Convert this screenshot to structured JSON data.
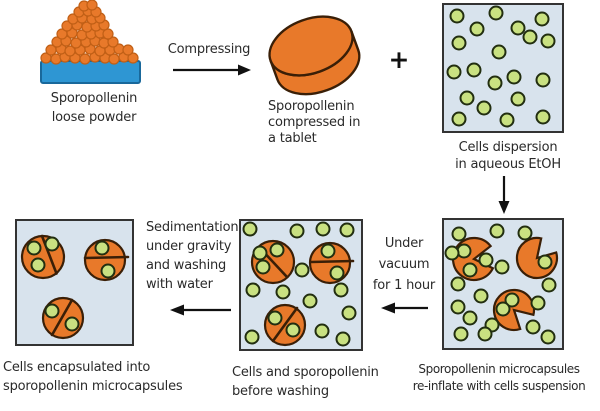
{
  "figure": {
    "type": "process-diagram",
    "subject": "Encapsulation of cells into sporopollenin microcapsules"
  },
  "labels": {
    "powder": "Sporopollenin\nloose powder",
    "compressing": "Compressing",
    "tablet": "Sporopollenin\ncompressed in\na tablet",
    "plus": "+",
    "dispersion": "Cells dispersion\nin aqueous EtOH",
    "vacuum": "Under\nvacuum\nfor 1 hour",
    "reinflate": "Sporopollenin microcapsules\nre-inflate with cells suspension",
    "before_washing": "Cells and sporopollenin\nbefore washing",
    "sedimentation": "Sedimentation\nunder gravity\nand washing\nwith water",
    "encapsulated": "Cells encapsulated into\nsporopollenin microcapsules"
  },
  "icons": {
    "powder_pile": "pile of orange sporopollenin grains",
    "tray": "blue tray holding powder",
    "tablet": "orange compressed tablet disc",
    "plus_sign": "plus",
    "cell": "green circle (cell)",
    "microcapsule_open": "orange pac-man shaped deflated capsule",
    "microcapsule_sealed": "orange circle capsule with seam slit",
    "arrow_right": "black right arrow",
    "arrow_down": "black down arrow",
    "arrow_left": "black left arrow"
  },
  "colors": {
    "orange": "#E8792A",
    "orange_dark": "#C05F16",
    "outline_dark": "#3A1F07",
    "green": "#C9E181",
    "green_dark": "#222E10",
    "box_bg": "#D8E3ED",
    "box_border": "#333333",
    "tray_blue": "#2E96D3",
    "tray_border": "#19689B",
    "arrow": "#111111",
    "text": "#2A2A2A"
  }
}
